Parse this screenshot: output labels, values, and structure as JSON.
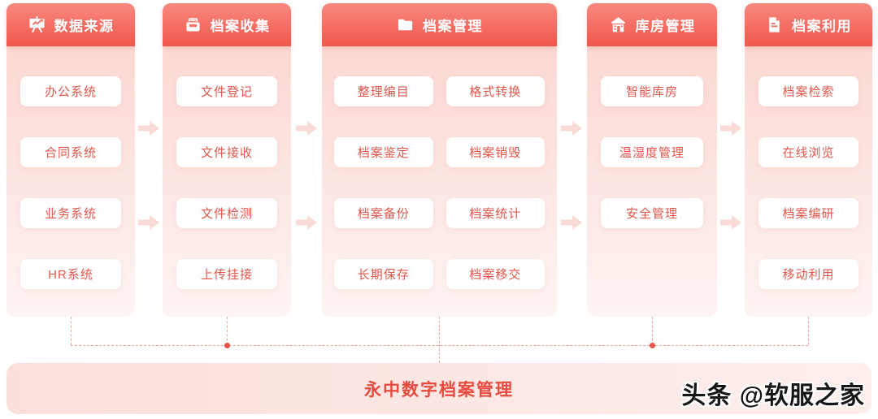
{
  "columns": [
    {
      "title": "数据来源",
      "icon": "chart-board-icon",
      "items": [
        "办公系统",
        "合同系统",
        "业务系统",
        "HR系统"
      ]
    },
    {
      "title": "档案收集",
      "icon": "inbox-icon",
      "items": [
        "文件登记",
        "文件接收",
        "文件检测",
        "上传挂接"
      ]
    },
    {
      "title": "档案管理",
      "icon": "folder-icon",
      "items": [
        "整理编目",
        "格式转换",
        "档案鉴定",
        "档案销毁",
        "档案备份",
        "档案统计",
        "长期保存",
        "档案移交"
      ]
    },
    {
      "title": "库房管理",
      "icon": "warehouse-icon",
      "items": [
        "智能库房",
        "温湿度管理",
        "安全管理"
      ]
    },
    {
      "title": "档案利用",
      "icon": "document-icon",
      "items": [
        "档案检索",
        "在线浏览",
        "档案编研",
        "移动利用"
      ]
    }
  ],
  "footer": {
    "title": "永中数字档案管理"
  },
  "watermark": {
    "text": "头条 @软服之家"
  },
  "colors": {
    "header_gradient_start": "#f8897f",
    "header_gradient_end": "#f1564c",
    "panel_top": "#fbd8d3",
    "panel_bottom": "#fdf4f2",
    "item_text": "#e2564c",
    "arrow": "#fadbd7",
    "connector": "#f0a29b",
    "dot": "#ea5347",
    "footer_bg_start": "#fbdfdb",
    "footer_bg_end": "#fdeeec",
    "footer_text": "#e74a3e"
  }
}
